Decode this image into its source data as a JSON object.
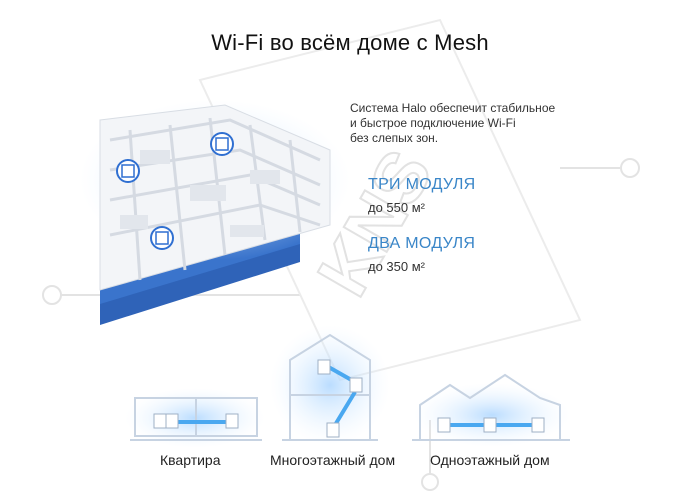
{
  "page": {
    "title": "Wi-Fi во всём доме с Mesh"
  },
  "description": {
    "lines": [
      "Система Halo обеспечит стабильное",
      "и быстрое подключение Wi-Fi",
      "без слепых зон."
    ]
  },
  "modules": [
    {
      "heading": "ТРИ МОДУЛЯ",
      "area": "до 550 м²"
    },
    {
      "heading": "ДВА МОДУЛЯ",
      "area": "до 350 м²"
    }
  ],
  "scenarios": [
    {
      "label": "Квартира"
    },
    {
      "label": "Многоэтажный дом"
    },
    {
      "label": "Одноэтажный дом"
    }
  ],
  "watermark": {
    "text": "KNS"
  },
  "colors": {
    "accent": "#3a86c8",
    "floor_blue": "#2f63b8",
    "signal_blue": "#4aa8f0",
    "wall_gray": "#e4e8ee"
  },
  "icons": {
    "mesh_node": "cube-icon",
    "illustration": "floor-plan-illustration"
  }
}
